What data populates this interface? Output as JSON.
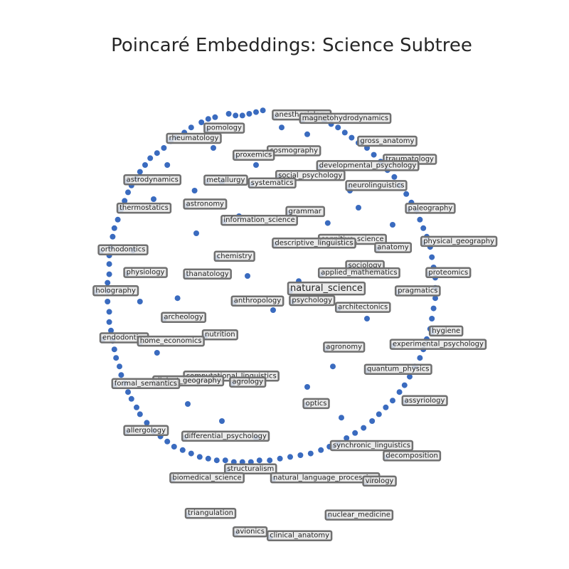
{
  "chart_data": {
    "type": "scatter",
    "title": "Poincaré Embeddings: Science Subtree",
    "xlabel": "",
    "ylabel": "",
    "xlim": [
      -1.0,
      1.0
    ],
    "ylim": [
      -1.0,
      1.0
    ],
    "grid": false,
    "axes_visible": false,
    "point_color": "#3a6bbf",
    "label_box_color": "#e6e6e6",
    "label_border_color": "#707070",
    "root": {
      "label": "natural_science",
      "x": 0.0,
      "y": -0.038
    },
    "labeled_points": [
      {
        "label": "anesthesiology",
        "x": -0.09,
        "y": 0.983
      },
      {
        "label": "magnetohydrodynamics",
        "x": 0.07,
        "y": 0.963
      },
      {
        "label": "pomology",
        "x": -0.49,
        "y": 0.906
      },
      {
        "label": "gross_anatomy",
        "x": 0.41,
        "y": 0.829
      },
      {
        "label": "rheumatology",
        "x": -0.71,
        "y": 0.846
      },
      {
        "label": "cosmography",
        "x": -0.12,
        "y": 0.773
      },
      {
        "label": "proxemics",
        "x": -0.32,
        "y": 0.747
      },
      {
        "label": "traumatology",
        "x": 0.56,
        "y": 0.723
      },
      {
        "label": "developmental_psychology",
        "x": 0.17,
        "y": 0.686
      },
      {
        "label": "social_psychology",
        "x": -0.07,
        "y": 0.628
      },
      {
        "label": "metallurgy",
        "x": -0.49,
        "y": 0.601
      },
      {
        "label": "systematics",
        "x": -0.23,
        "y": 0.584
      },
      {
        "label": "astrodynamics",
        "x": -0.96,
        "y": 0.603
      },
      {
        "label": "neurolinguistics",
        "x": 0.34,
        "y": 0.569
      },
      {
        "label": "astronomy",
        "x": -0.61,
        "y": 0.461
      },
      {
        "label": "paleography",
        "x": 0.69,
        "y": 0.436
      },
      {
        "label": "thermostatics",
        "x": -1.0,
        "y": 0.437
      },
      {
        "label": "grammar",
        "x": -0.01,
        "y": 0.417
      },
      {
        "label": "information_science",
        "x": -0.39,
        "y": 0.366
      },
      {
        "label": "physical_geography",
        "x": 0.78,
        "y": 0.242
      },
      {
        "label": "cognitive_science",
        "x": 0.18,
        "y": 0.254
      },
      {
        "label": "descriptive_linguistics",
        "x": -0.09,
        "y": 0.232
      },
      {
        "label": "anatomy",
        "x": 0.51,
        "y": 0.206
      },
      {
        "label": "orthodontics",
        "x": -1.11,
        "y": 0.193
      },
      {
        "label": "chemistry",
        "x": -0.43,
        "y": 0.155
      },
      {
        "label": "sociology",
        "x": 0.34,
        "y": 0.1
      },
      {
        "label": "physiology",
        "x": -0.96,
        "y": 0.06
      },
      {
        "label": "applied_mathematics",
        "x": 0.18,
        "y": 0.058
      },
      {
        "label": "proteomics",
        "x": 0.81,
        "y": 0.059
      },
      {
        "label": "thanatology",
        "x": -0.61,
        "y": 0.051
      },
      {
        "label": "holography",
        "x": -1.14,
        "y": -0.047
      },
      {
        "label": "pragmatics",
        "x": 0.63,
        "y": -0.048
      },
      {
        "label": "anthropology",
        "x": -0.33,
        "y": -0.107
      },
      {
        "label": "psychology",
        "x": 0.01,
        "y": -0.104
      },
      {
        "label": "architectonics",
        "x": 0.28,
        "y": -0.144
      },
      {
        "label": "archeology",
        "x": -0.74,
        "y": -0.203
      },
      {
        "label": "hygiene",
        "x": 0.83,
        "y": -0.283
      },
      {
        "label": "nutrition",
        "x": -0.5,
        "y": -0.305
      },
      {
        "label": "endodontics",
        "x": -1.1,
        "y": -0.323
      },
      {
        "label": "home_economics",
        "x": -0.88,
        "y": -0.342
      },
      {
        "label": "experimental_psychology",
        "x": 0.6,
        "y": -0.361
      },
      {
        "label": "agronomy",
        "x": 0.21,
        "y": -0.377
      },
      {
        "label": "quantum_physics",
        "x": 0.45,
        "y": -0.507
      },
      {
        "label": "computational_linguistics",
        "x": -0.61,
        "y": -0.547
      },
      {
        "label": "agrology",
        "x": -0.34,
        "y": -0.582
      },
      {
        "label": "dialect_geography",
        "x": -0.79,
        "y": -0.575
      },
      {
        "label": "formal_semantics",
        "x": -1.03,
        "y": -0.591
      },
      {
        "label": "assyriology",
        "x": 0.67,
        "y": -0.691
      },
      {
        "label": "optics",
        "x": 0.09,
        "y": -0.708
      },
      {
        "label": "allergology",
        "x": -0.96,
        "y": -0.866
      },
      {
        "label": "differential_psychology",
        "x": -0.62,
        "y": -0.899
      },
      {
        "label": "synchronic_linguistics",
        "x": 0.25,
        "y": -0.954
      },
      {
        "label": "decomposition",
        "x": 0.56,
        "y": -1.014
      },
      {
        "label": "structuralism",
        "x": -0.37,
        "y": -1.091
      },
      {
        "label": "biomedical_science",
        "x": -0.69,
        "y": -1.143
      },
      {
        "label": "natural_language_processing",
        "x": -0.1,
        "y": -1.143
      },
      {
        "label": "virology",
        "x": 0.44,
        "y": -1.162
      },
      {
        "label": "triangulation",
        "x": -0.6,
        "y": -1.351
      },
      {
        "label": "nuclear_medicine",
        "x": 0.22,
        "y": -1.361
      },
      {
        "label": "avionics",
        "x": -0.32,
        "y": -1.459
      },
      {
        "label": "clinical_anatomy",
        "x": -0.12,
        "y": -1.482
      }
    ],
    "unlabeled_points": [
      {
        "x": -0.36,
        "y": 1.0
      },
      {
        "x": -0.32,
        "y": 0.99
      },
      {
        "x": -0.28,
        "y": 0.99
      },
      {
        "x": -0.24,
        "y": 1.0
      },
      {
        "x": -0.2,
        "y": 1.01
      },
      {
        "x": -0.44,
        "y": 0.98
      },
      {
        "x": -0.48,
        "y": 0.97
      },
      {
        "x": -0.52,
        "y": 0.95
      },
      {
        "x": -0.58,
        "y": 0.92
      },
      {
        "x": -0.62,
        "y": 0.89
      },
      {
        "x": -0.67,
        "y": 0.86
      },
      {
        "x": -0.7,
        "y": 0.84
      },
      {
        "x": -0.74,
        "y": 0.8
      },
      {
        "x": -0.78,
        "y": 0.77
      },
      {
        "x": -0.82,
        "y": 0.74
      },
      {
        "x": -0.85,
        "y": 0.7
      },
      {
        "x": -0.88,
        "y": 0.66
      },
      {
        "x": -0.9,
        "y": 0.62
      },
      {
        "x": -0.93,
        "y": 0.58
      },
      {
        "x": -0.95,
        "y": 0.54
      },
      {
        "x": -0.97,
        "y": 0.49
      },
      {
        "x": -0.99,
        "y": 0.44
      },
      {
        "x": -1.01,
        "y": 0.38
      },
      {
        "x": -1.03,
        "y": 0.33
      },
      {
        "x": -1.04,
        "y": 0.28
      },
      {
        "x": -1.05,
        "y": 0.22
      },
      {
        "x": -1.06,
        "y": 0.17
      },
      {
        "x": -1.06,
        "y": 0.12
      },
      {
        "x": -1.06,
        "y": 0.06
      },
      {
        "x": -1.07,
        "y": 0.01
      },
      {
        "x": -1.07,
        "y": -0.04
      },
      {
        "x": -1.07,
        "y": -0.1
      },
      {
        "x": -1.06,
        "y": -0.16
      },
      {
        "x": -1.06,
        "y": -0.22
      },
      {
        "x": -1.05,
        "y": -0.27
      },
      {
        "x": -1.04,
        "y": -0.33
      },
      {
        "x": -1.03,
        "y": -0.38
      },
      {
        "x": -1.02,
        "y": -0.43
      },
      {
        "x": -1.0,
        "y": -0.48
      },
      {
        "x": -0.99,
        "y": -0.53
      },
      {
        "x": -0.97,
        "y": -0.58
      },
      {
        "x": -0.95,
        "y": -0.63
      },
      {
        "x": -0.93,
        "y": -0.67
      },
      {
        "x": -0.9,
        "y": -0.72
      },
      {
        "x": -0.88,
        "y": -0.76
      },
      {
        "x": -0.84,
        "y": -0.81
      },
      {
        "x": -0.8,
        "y": -0.86
      },
      {
        "x": -0.76,
        "y": -0.89
      },
      {
        "x": -0.72,
        "y": -0.92
      },
      {
        "x": -0.68,
        "y": -0.95
      },
      {
        "x": -0.63,
        "y": -0.97
      },
      {
        "x": -0.58,
        "y": -0.99
      },
      {
        "x": -0.53,
        "y": -1.01
      },
      {
        "x": -0.48,
        "y": -1.02
      },
      {
        "x": -0.43,
        "y": -1.03
      },
      {
        "x": -0.38,
        "y": -1.03
      },
      {
        "x": -0.33,
        "y": -1.04
      },
      {
        "x": -0.28,
        "y": -1.04
      },
      {
        "x": -0.16,
        "y": 1.02
      },
      {
        "x": 0.16,
        "y": 0.98
      },
      {
        "x": 0.2,
        "y": 0.96
      },
      {
        "x": 0.24,
        "y": 0.94
      },
      {
        "x": 0.28,
        "y": 0.92
      },
      {
        "x": 0.32,
        "y": 0.89
      },
      {
        "x": 0.36,
        "y": 0.86
      },
      {
        "x": 0.4,
        "y": 0.83
      },
      {
        "x": 0.45,
        "y": 0.8
      },
      {
        "x": 0.49,
        "y": 0.76
      },
      {
        "x": 0.53,
        "y": 0.72
      },
      {
        "x": 0.57,
        "y": 0.67
      },
      {
        "x": 0.61,
        "y": 0.63
      },
      {
        "x": 0.64,
        "y": 0.58
      },
      {
        "x": 0.68,
        "y": 0.53
      },
      {
        "x": 0.71,
        "y": 0.48
      },
      {
        "x": 0.74,
        "y": 0.43
      },
      {
        "x": 0.76,
        "y": 0.38
      },
      {
        "x": 0.78,
        "y": 0.33
      },
      {
        "x": 0.8,
        "y": 0.28
      },
      {
        "x": 0.82,
        "y": 0.22
      },
      {
        "x": 0.83,
        "y": 0.16
      },
      {
        "x": 0.84,
        "y": 0.1
      },
      {
        "x": 0.85,
        "y": 0.04
      },
      {
        "x": 0.85,
        "y": -0.02
      },
      {
        "x": 0.85,
        "y": -0.08
      },
      {
        "x": 0.84,
        "y": -0.14
      },
      {
        "x": 0.83,
        "y": -0.2
      },
      {
        "x": 0.82,
        "y": -0.26
      },
      {
        "x": 0.8,
        "y": -0.32
      },
      {
        "x": 0.78,
        "y": -0.38
      },
      {
        "x": 0.76,
        "y": -0.43
      },
      {
        "x": 0.73,
        "y": -0.48
      },
      {
        "x": 0.7,
        "y": -0.54
      },
      {
        "x": 0.67,
        "y": -0.59
      },
      {
        "x": 0.64,
        "y": -0.63
      },
      {
        "x": 0.6,
        "y": -0.68
      },
      {
        "x": 0.56,
        "y": -0.72
      },
      {
        "x": 0.52,
        "y": -0.76
      },
      {
        "x": 0.48,
        "y": -0.8
      },
      {
        "x": 0.43,
        "y": -0.84
      },
      {
        "x": 0.38,
        "y": -0.87
      },
      {
        "x": 0.33,
        "y": -0.9
      },
      {
        "x": 0.28,
        "y": -0.93
      },
      {
        "x": 0.23,
        "y": -0.95
      },
      {
        "x": 0.18,
        "y": -0.97
      },
      {
        "x": 0.12,
        "y": -0.99
      },
      {
        "x": 0.06,
        "y": -1.0
      },
      {
        "x": 0.0,
        "y": -1.01
      },
      {
        "x": -0.06,
        "y": -1.02
      },
      {
        "x": -0.12,
        "y": -1.03
      },
      {
        "x": -0.18,
        "y": -1.03
      },
      {
        "x": -0.23,
        "y": -1.04
      },
      {
        "x": -0.56,
        "y": 0.55
      },
      {
        "x": -0.4,
        "y": 0.6
      },
      {
        "x": -0.2,
        "y": 0.7
      },
      {
        "x": -0.45,
        "y": 0.8
      },
      {
        "x": -0.05,
        "y": 0.92
      },
      {
        "x": 0.1,
        "y": 0.88
      },
      {
        "x": 0.35,
        "y": 0.55
      },
      {
        "x": 0.22,
        "y": 0.36
      },
      {
        "x": -0.72,
        "y": 0.7
      },
      {
        "x": -0.8,
        "y": 0.5
      },
      {
        "x": -0.92,
        "y": 0.2
      },
      {
        "x": -0.88,
        "y": -0.1
      },
      {
        "x": -0.78,
        "y": -0.4
      },
      {
        "x": -0.6,
        "y": -0.7
      },
      {
        "x": -0.4,
        "y": -0.8
      },
      {
        "x": -0.2,
        "y": -0.9
      },
      {
        "x": 0.3,
        "y": -0.78
      },
      {
        "x": 0.1,
        "y": -0.6
      },
      {
        "x": 0.25,
        "y": -0.48
      },
      {
        "x": -0.1,
        "y": -0.15
      },
      {
        "x": 0.05,
        "y": 0.02
      },
      {
        "x": -0.25,
        "y": 0.05
      },
      {
        "x": 0.45,
        "y": -0.2
      },
      {
        "x": 0.6,
        "y": 0.35
      },
      {
        "x": -0.66,
        "y": -0.08
      },
      {
        "x": -0.55,
        "y": 0.3
      },
      {
        "x": 0.4,
        "y": 0.45
      },
      {
        "x": -0.3,
        "y": 0.4
      }
    ]
  }
}
